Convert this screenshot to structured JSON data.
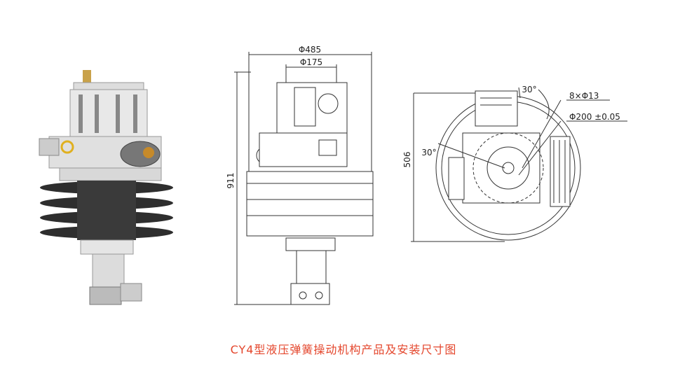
{
  "caption": "CY4型液压弹簧操动机构产品及安装尺寸图",
  "caption_color": "#e4462c",
  "front_view": {
    "outer_diameter": "Φ485",
    "inner_diameter": "Φ175",
    "height": "911"
  },
  "top_view": {
    "height": "506",
    "angle_top": "30°",
    "angle_left": "30°",
    "holes": "8×Φ13",
    "pitch_diameter": "Φ200 ±0.05"
  }
}
